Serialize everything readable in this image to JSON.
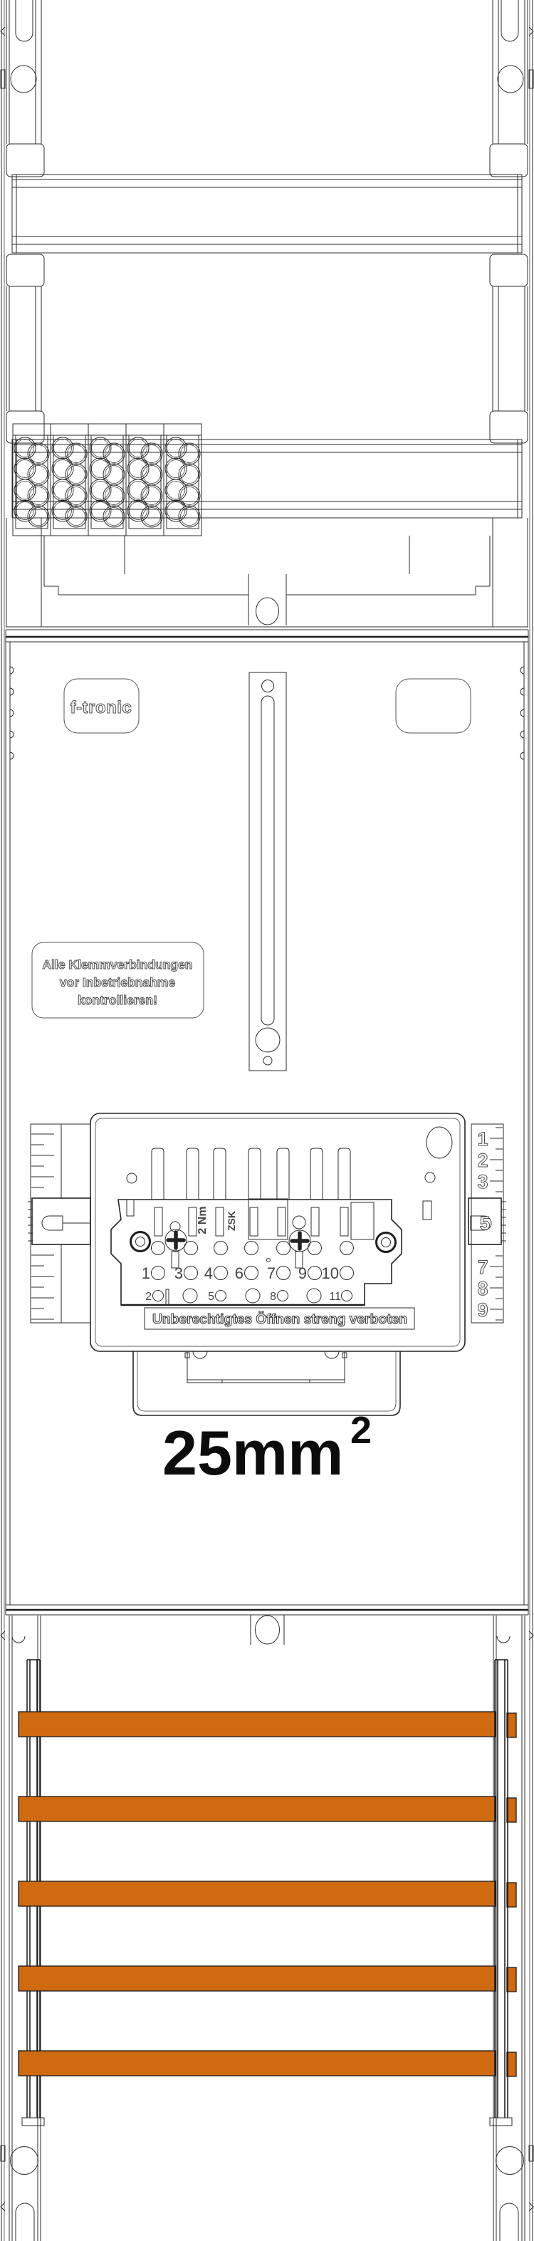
{
  "panel": {
    "brand": "f-tronic",
    "inspection_note": [
      "Alle Klemmverbindungen",
      "vor Inbetriebnahme",
      "kontrollieren!"
    ],
    "wire_size": {
      "base": "25mm",
      "exp": "2"
    }
  },
  "zsk": {
    "torque": "2 Nm",
    "type": "ZSK",
    "seal_text": "Unberechtigtes Öffnen streng verboten",
    "terminal_row_mid": [
      "1",
      "3",
      "4",
      "6",
      "7",
      "9",
      "10"
    ],
    "terminal_row_bottom": [
      "2",
      "5",
      "8",
      "11"
    ],
    "scale_upper": [
      "1",
      "2",
      "3"
    ],
    "scale_lower": [
      "7",
      "8",
      "9"
    ],
    "slider_value": "5"
  },
  "colors": {
    "busbar": "#cf6a10",
    "line": "#2b2b2b"
  }
}
